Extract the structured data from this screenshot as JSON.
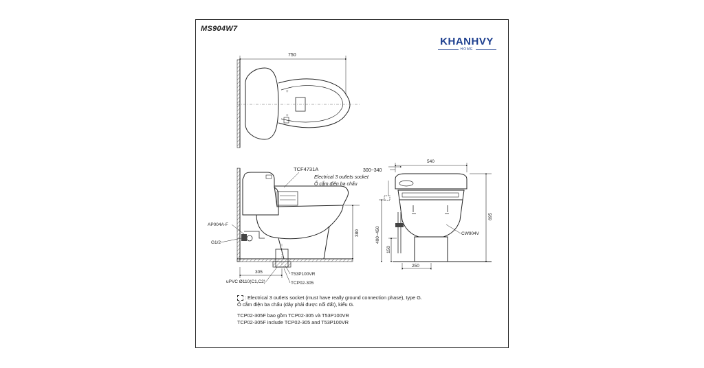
{
  "sheet": {
    "model": "MS904W7",
    "brand": {
      "name": "KHANHVY",
      "subtitle": "HOME"
    }
  },
  "dimensions": {
    "top_width": "750",
    "side_depth": "305",
    "seat_height": "380",
    "front_width": "540",
    "socket_offset": "300~340",
    "socket_height": "400~450",
    "total_height": "695",
    "supply_height": "150",
    "base_width": "250"
  },
  "labels": {
    "seat_model": "TCF4731A",
    "socket_en": "Electrical 3 outlets socket",
    "socket_vi": "Ổ cắm điện ba chấu",
    "ap_valve": "AP004A-F",
    "g_half": "G1/2",
    "pipe_t53": "T53P100VR",
    "upvc": "uPVC Ø110(C1,C2)",
    "tcp": "TCP02-305",
    "cw": "CW904V"
  },
  "notes": {
    "line1": ": Electrical 3 outlets socket (must have really ground connection phase), type G.",
    "line2": "Ổ cắm điện ba chấu (dây phải được nối đất), kiểu G.",
    "line3": "TCP02-305F bao gồm TCP02-305 và T53P100VR",
    "line4": "TCP02-305F include TCP02-305 and T53P100VR"
  }
}
